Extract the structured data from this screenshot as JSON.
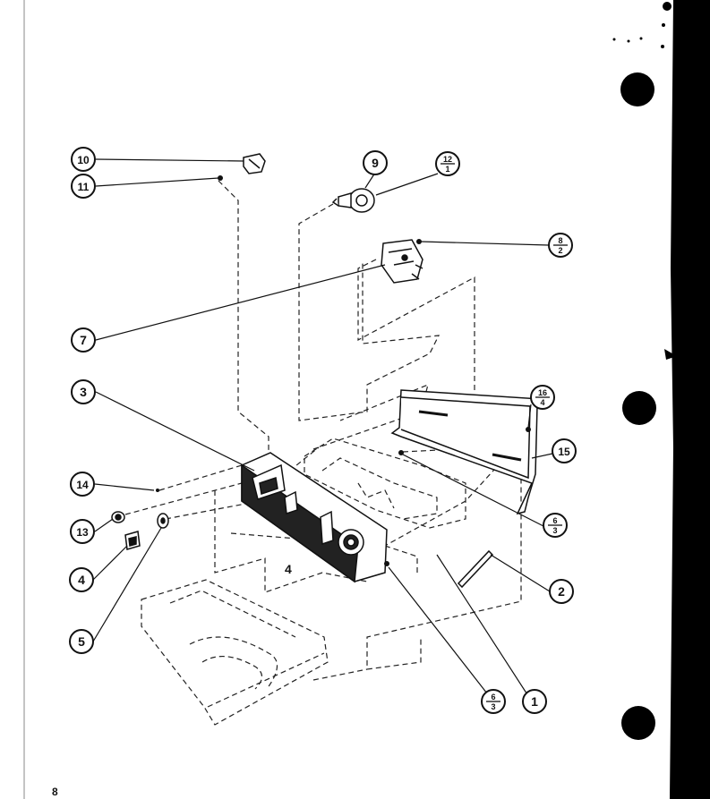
{
  "page_number": "8",
  "callouts": [
    {
      "id": "c10",
      "text": "10"
    },
    {
      "id": "c11",
      "text": "11"
    },
    {
      "id": "c9",
      "text": "9"
    },
    {
      "id": "c12",
      "num": "12",
      "den": "1"
    },
    {
      "id": "c8",
      "num": "8",
      "den": "2"
    },
    {
      "id": "c7",
      "text": "7"
    },
    {
      "id": "c3",
      "text": "3"
    },
    {
      "id": "c16",
      "num": "16",
      "den": "4"
    },
    {
      "id": "c15",
      "text": "15"
    },
    {
      "id": "c14",
      "text": "14"
    },
    {
      "id": "c13",
      "text": "13"
    },
    {
      "id": "c6a",
      "num": "6",
      "den": "3"
    },
    {
      "id": "c4",
      "text": "4"
    },
    {
      "id": "c2",
      "text": "2"
    },
    {
      "id": "c5",
      "text": "5"
    },
    {
      "id": "c6b",
      "num": "6",
      "den": "3"
    },
    {
      "id": "c1",
      "text": "1"
    }
  ],
  "inline_labels": [
    {
      "id": "i4",
      "text": "4"
    }
  ]
}
